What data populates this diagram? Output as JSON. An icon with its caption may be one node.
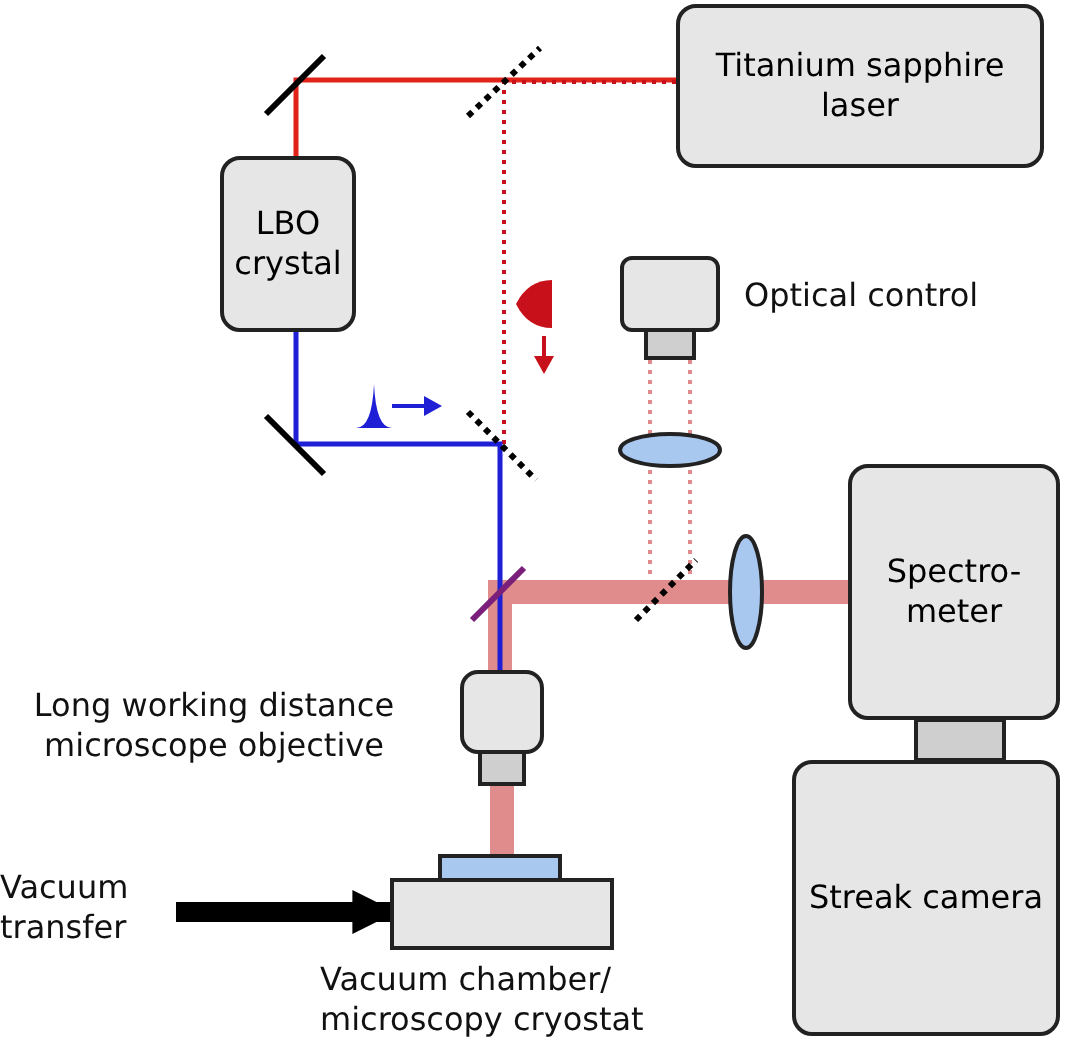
{
  "diagram": {
    "nodes": [
      {
        "text": [
          "Titanium sapphire laser"
        ]
      },
      {
        "text": [
          "LBO crystal"
        ]
      },
      {
        "text": [
          "Optical control"
        ]
      },
      {
        "text": [
          "Spectro-meter"
        ]
      },
      {
        "text": [
          "Streak camera"
        ]
      },
      {
        "text": [
          "Long working distance microscope objective"
        ]
      },
      {
        "text": [
          "Vacuum chamber/ microscopy cryostat"
        ]
      },
      {
        "text": [
          "Vacuum transfer"
        ]
      }
    ],
    "edges": [
      {
        "from": 0,
        "to": 1,
        "arrow": "none",
        "color": "#e2231a"
      },
      {
        "from": 1,
        "to": 5,
        "arrow": "none",
        "color": "#1f1fd6"
      },
      {
        "from": 0,
        "to": null,
        "arrow": "none",
        "style": "dashed",
        "color": "#c8101a"
      },
      {
        "from": 5,
        "to": 3,
        "arrow": "none",
        "style": "thick",
        "color": "#e08c8c"
      },
      {
        "from": 2,
        "to": null,
        "arrow": "none",
        "style": "dashed",
        "color": "#e08c8c"
      },
      {
        "from": 5,
        "to": 6,
        "arrow": "none",
        "style": "thick",
        "color": "#e08c8c"
      },
      {
        "from": 7,
        "to": 6,
        "arrow": "to",
        "style": "thick",
        "color": "#000000"
      }
    ]
  }
}
